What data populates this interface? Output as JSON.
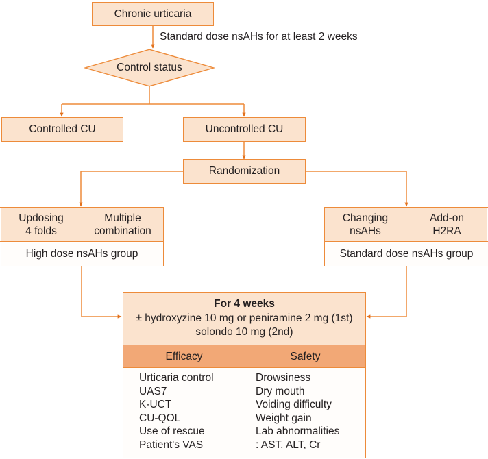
{
  "diagram": {
    "title_node": "Chronic urticaria",
    "edge_label_top": "Standard dose nsAHs for at least 2 weeks",
    "decision": "Control status",
    "controlled": "Controlled CU",
    "uncontrolled": "Uncontrolled CU",
    "randomization": "Randomization",
    "left_group": {
      "cells": [
        "Updosing\n4 folds",
        "Multiple\ncombination"
      ],
      "cell_1_line1": "Updosing",
      "cell_1_line2": "4 folds",
      "cell_2_line1": "Multiple",
      "cell_2_line2": "combination",
      "label": "High dose nsAHs group"
    },
    "right_group": {
      "cell_1_line1": "Changing",
      "cell_1_line2": "nsAHs",
      "cell_2_line1": "Add-on",
      "cell_2_line2": "H2RA",
      "label": "Standard dose nsAHs group"
    },
    "panel": {
      "heading": "For 4 weeks",
      "line2": "± hydroxyzine 10 mg or peniramine 2 mg (1st)",
      "line3": "solondo 10 mg (2nd)",
      "columns": [
        {
          "header": "Efficacy",
          "items": [
            "Urticaria control",
            "UAS7",
            "K-UCT",
            "CU-QOL",
            "Use of rescue",
            "Patient's VAS"
          ]
        },
        {
          "header": "Safety",
          "items": [
            "Drowsiness",
            "Dry mouth",
            "Voiding difficulty",
            "Weight gain",
            "Lab abnormalities",
            ": AST, ALT, Cr"
          ]
        }
      ]
    }
  },
  "colors": {
    "stroke": "#ED8B3A",
    "fill_light": "#FBE3CE",
    "fill_white": "#FFFDFB",
    "header_orange": "#F2A876",
    "text": "#231f20"
  }
}
